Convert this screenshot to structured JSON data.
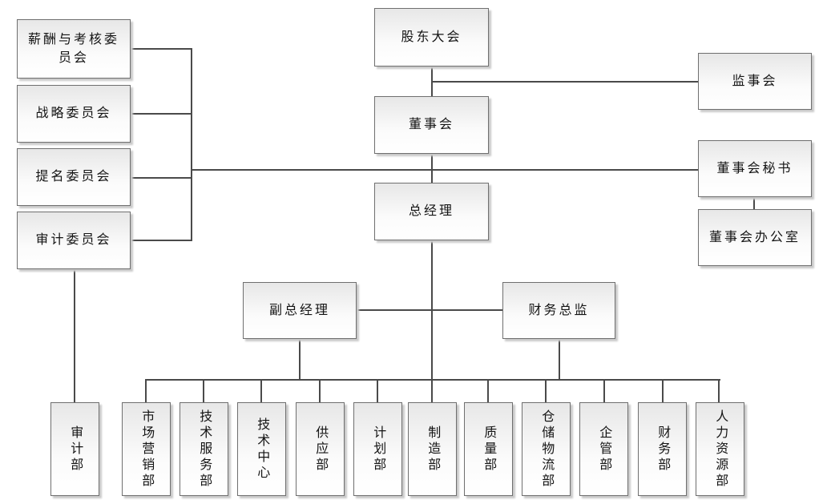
{
  "diagram": {
    "type": "org-chart",
    "language": "zh-CN",
    "colors": {
      "background": "#ffffff",
      "connector": "#4a4a4a",
      "node_border": "#6f6f6f",
      "node_fill_top": "#e7e7e7",
      "node_fill_bottom": "#ffffff",
      "node_shadow": "#c9c9c9",
      "text": "#141414"
    },
    "nodes": {
      "shareholders_meeting": {
        "label": "股东大会"
      },
      "board_of_directors": {
        "label": "董事会"
      },
      "general_manager": {
        "label": "总经理"
      },
      "compensation_committee": {
        "label": "薪酬与考核委员会"
      },
      "strategy_committee": {
        "label": "战略委员会"
      },
      "nomination_committee": {
        "label": "提名委员会"
      },
      "audit_committee": {
        "label": "审计委员会"
      },
      "supervisory_board": {
        "label": "监事会"
      },
      "board_secretary": {
        "label": "董事会秘书"
      },
      "board_office": {
        "label": "董事会办公室"
      },
      "deputy_general_manager": {
        "label": "副总经理"
      },
      "finance_director": {
        "label": "财务总监"
      },
      "audit_dept": {
        "label": "审计部"
      },
      "marketing_dept": {
        "label": "市场营销部"
      },
      "tech_service_dept": {
        "label": "技术服务部"
      },
      "tech_center": {
        "label": "技术中心"
      },
      "supply_dept": {
        "label": "供应部"
      },
      "planning_dept": {
        "label": "计划部"
      },
      "manufacturing_dept": {
        "label": "制造部"
      },
      "quality_dept": {
        "label": "质量部"
      },
      "warehouse_logistics_dept": {
        "label": "仓储物流部"
      },
      "enterprise_mgmt_dept": {
        "label": "企管部"
      },
      "finance_dept": {
        "label": "财务部"
      },
      "hr_dept": {
        "label": "人力资源部"
      }
    },
    "edges": [
      {
        "from": "shareholders_meeting",
        "to": "board_of_directors"
      },
      {
        "from": "shareholders_meeting",
        "to": "supervisory_board"
      },
      {
        "from": "board_of_directors",
        "to": "compensation_committee"
      },
      {
        "from": "board_of_directors",
        "to": "strategy_committee"
      },
      {
        "from": "board_of_directors",
        "to": "nomination_committee"
      },
      {
        "from": "board_of_directors",
        "to": "audit_committee"
      },
      {
        "from": "board_of_directors",
        "to": "board_secretary"
      },
      {
        "from": "board_secretary",
        "to": "board_office"
      },
      {
        "from": "board_of_directors",
        "to": "general_manager"
      },
      {
        "from": "general_manager",
        "to": "deputy_general_manager"
      },
      {
        "from": "general_manager",
        "to": "finance_director"
      },
      {
        "from": "audit_committee",
        "to": "audit_dept"
      },
      {
        "from": "general_manager",
        "to": "marketing_dept"
      },
      {
        "from": "general_manager",
        "to": "tech_service_dept"
      },
      {
        "from": "general_manager",
        "to": "tech_center"
      },
      {
        "from": "general_manager",
        "to": "supply_dept"
      },
      {
        "from": "general_manager",
        "to": "planning_dept"
      },
      {
        "from": "general_manager",
        "to": "manufacturing_dept"
      },
      {
        "from": "general_manager",
        "to": "quality_dept"
      },
      {
        "from": "general_manager",
        "to": "warehouse_logistics_dept"
      },
      {
        "from": "general_manager",
        "to": "enterprise_mgmt_dept"
      },
      {
        "from": "general_manager",
        "to": "finance_dept"
      },
      {
        "from": "general_manager",
        "to": "hr_dept"
      }
    ]
  }
}
